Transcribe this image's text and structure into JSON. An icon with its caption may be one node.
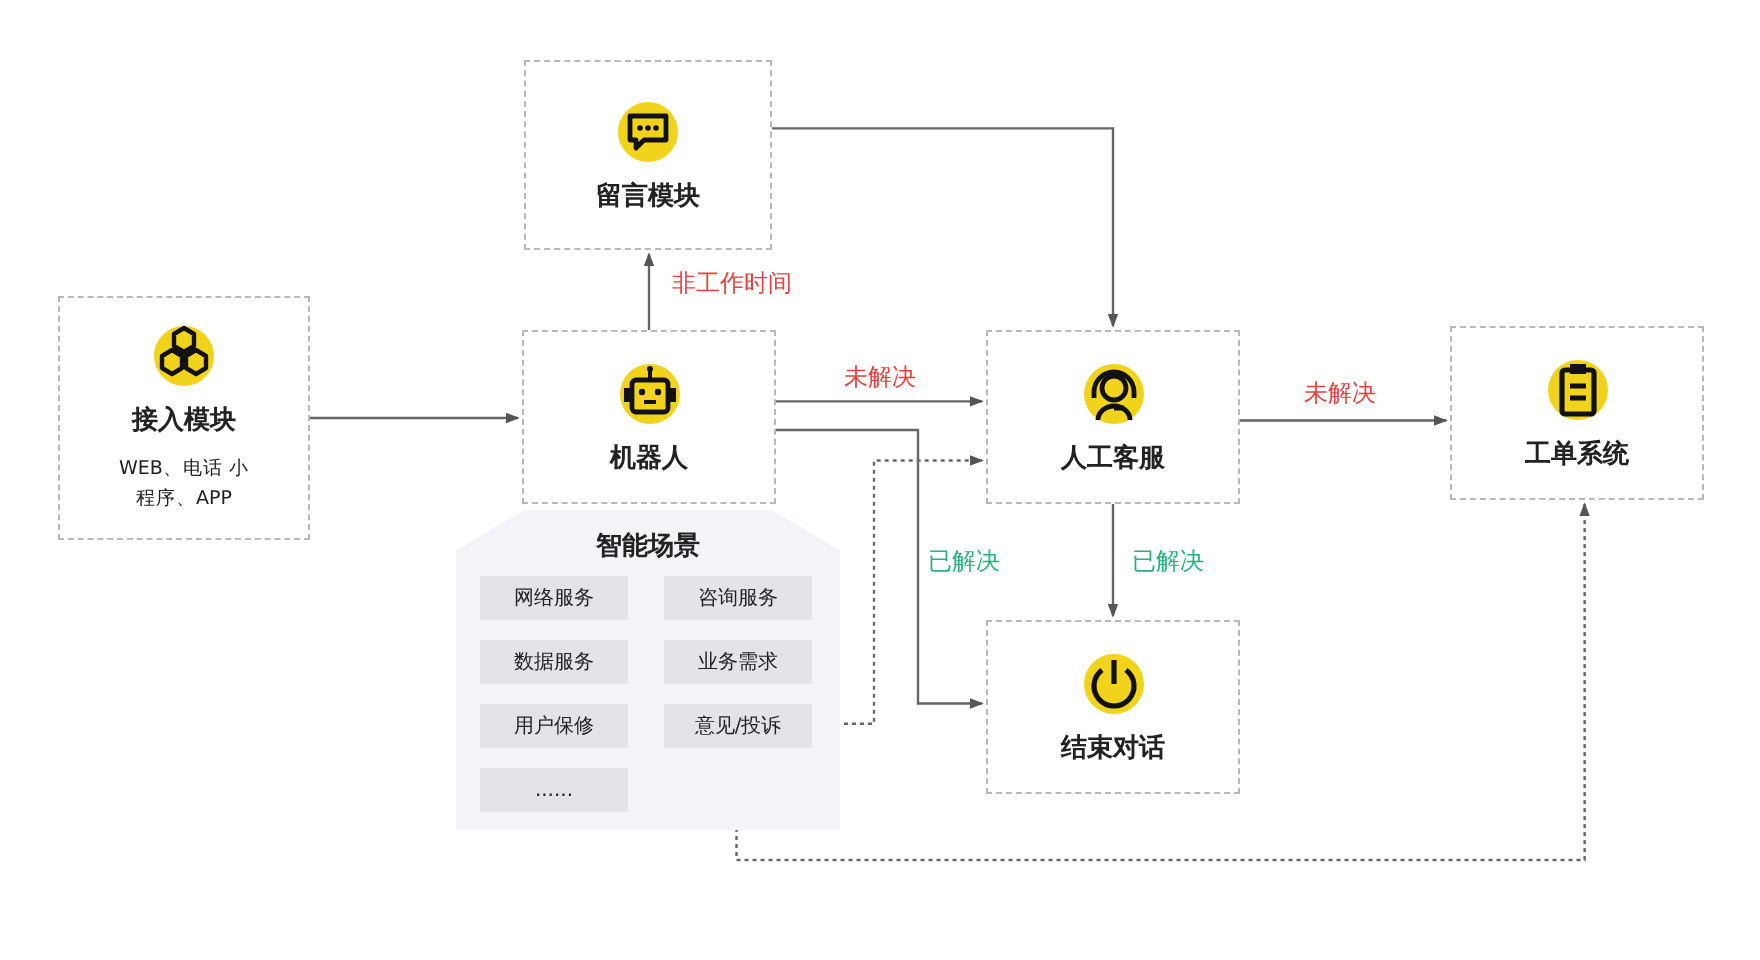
{
  "diagram": {
    "nodes": [
      {
        "text": [
          "留言模块"
        ]
      },
      {
        "text": [
          "接入模块",
          "WEB、电话 小程序、APP"
        ]
      },
      {
        "text": [
          "机器人"
        ]
      },
      {
        "text": [
          "人工客服"
        ]
      },
      {
        "text": [
          "工单系统"
        ]
      },
      {
        "text": [
          "智能场景"
        ]
      },
      {
        "text": [
          "网络服务"
        ],
        "in": 5
      },
      {
        "text": [
          "咨询服务"
        ],
        "in": 5
      },
      {
        "text": [
          "数据服务"
        ],
        "in": 5
      },
      {
        "text": [
          "业务需求"
        ],
        "in": 5
      },
      {
        "text": [
          "用户保修"
        ],
        "in": 5
      },
      {
        "text": [
          "意见/投诉"
        ],
        "in": 5
      },
      {
        "text": [
          "......"
        ],
        "in": 5
      },
      {
        "text": [
          "结束对话"
        ]
      }
    ],
    "edges": [
      {
        "from": 1,
        "to": 2,
        "arrow": "to"
      },
      {
        "from": 2,
        "to": 0,
        "arrow": "to",
        "label": "非工作时间"
      },
      {
        "from": 0,
        "to": 3,
        "arrow": "to"
      },
      {
        "from": 2,
        "to": 3,
        "arrow": "to",
        "label": "未解决"
      },
      {
        "from": 2,
        "to": 13,
        "arrow": "to",
        "label": "已解决"
      },
      {
        "from": 11,
        "to": 3,
        "arrow": "to",
        "style": "dashed"
      },
      {
        "from": 3,
        "to": 13,
        "arrow": "to",
        "label": "已解决"
      },
      {
        "from": 3,
        "to": 4,
        "arrow": "to",
        "label": "未解决"
      },
      {
        "from": 11,
        "to": 4,
        "arrow": "to",
        "style": "dashed"
      }
    ]
  }
}
